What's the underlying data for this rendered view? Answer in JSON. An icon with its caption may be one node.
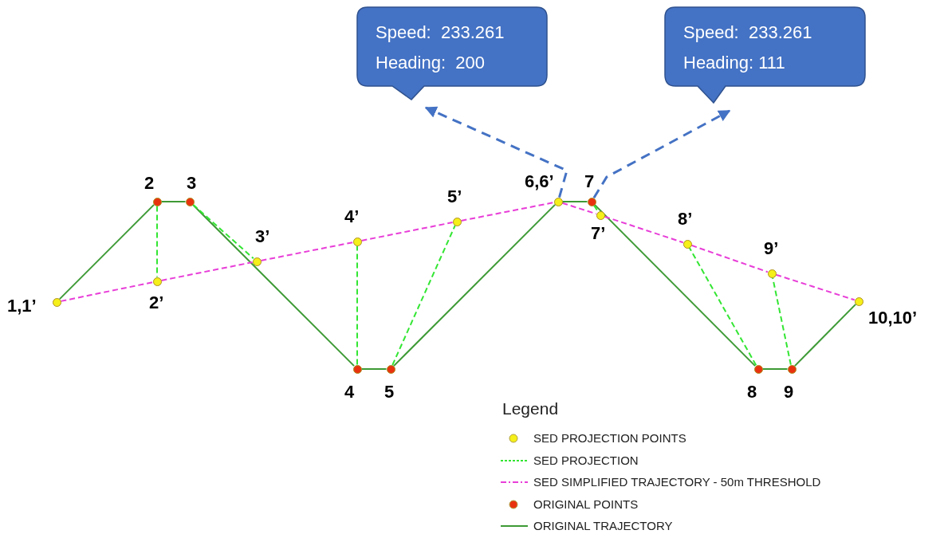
{
  "diagram": {
    "nodes": [
      {
        "text": [
          "Speed:  233.261",
          "Heading:  200"
        ]
      },
      {
        "text": [
          "Speed:  233.261",
          "Heading: 111"
        ]
      },
      {
        "text": [],
        "shape": "circle",
        "beside": [
          "1,1’"
        ]
      },
      {
        "text": [],
        "shape": "circle",
        "beside": [
          "2"
        ]
      },
      {
        "text": [],
        "shape": "circle",
        "beside": [
          "3"
        ]
      },
      {
        "text": [],
        "shape": "circle",
        "beside": [
          "2’"
        ]
      },
      {
        "text": [],
        "shape": "circle",
        "beside": [
          "3’"
        ]
      },
      {
        "text": [],
        "shape": "circle",
        "beside": [
          "4’"
        ]
      },
      {
        "text": [],
        "shape": "circle",
        "beside": [
          "5’"
        ]
      },
      {
        "text": [],
        "shape": "circle",
        "beside": [
          "4"
        ]
      },
      {
        "text": [],
        "shape": "circle",
        "beside": [
          "5"
        ]
      },
      {
        "text": [],
        "shape": "circle",
        "beside": [
          "6,6’"
        ]
      },
      {
        "text": [],
        "shape": "circle",
        "beside": [
          "7"
        ]
      },
      {
        "text": [],
        "shape": "circle",
        "beside": [
          "7’"
        ]
      },
      {
        "text": [],
        "shape": "circle",
        "beside": [
          "8’"
        ]
      },
      {
        "text": [],
        "shape": "circle",
        "beside": [
          "9’"
        ]
      },
      {
        "text": [],
        "shape": "circle",
        "beside": [
          "10,10’"
        ]
      },
      {
        "text": [],
        "shape": "circle",
        "beside": [
          "8"
        ]
      },
      {
        "text": [],
        "shape": "circle",
        "beside": [
          "9"
        ]
      }
    ],
    "edges": [
      {
        "from": 2,
        "to": 3,
        "arrow": "none"
      },
      {
        "from": 3,
        "to": 4,
        "arrow": "none"
      },
      {
        "from": 4,
        "to": 9,
        "arrow": "none"
      },
      {
        "from": 9,
        "to": 10,
        "arrow": "none"
      },
      {
        "from": 10,
        "to": 11,
        "arrow": "none"
      },
      {
        "from": 11,
        "to": 12,
        "arrow": "none"
      },
      {
        "from": 12,
        "to": 17,
        "arrow": "none"
      },
      {
        "from": 17,
        "to": 18,
        "arrow": "none"
      },
      {
        "from": 18,
        "to": 16,
        "arrow": "none"
      },
      {
        "from": 3,
        "to": 5,
        "arrow": "none",
        "style": "dashed",
        "color": "#33e633"
      },
      {
        "from": 4,
        "to": 6,
        "arrow": "none",
        "style": "dashed",
        "color": "#33e633"
      },
      {
        "from": 9,
        "to": 7,
        "arrow": "none",
        "style": "dashed",
        "color": "#33e633"
      },
      {
        "from": 10,
        "to": 8,
        "arrow": "none",
        "style": "dashed",
        "color": "#33e633"
      },
      {
        "from": 12,
        "to": 13,
        "arrow": "none",
        "style": "dashed",
        "color": "#33e633"
      },
      {
        "from": 17,
        "to": 14,
        "arrow": "none",
        "style": "dashed",
        "color": "#33e633"
      },
      {
        "from": 18,
        "to": 15,
        "arrow": "none",
        "style": "dashed",
        "color": "#33e633"
      },
      {
        "from": 2,
        "to": 5,
        "arrow": "none",
        "style": "dashed",
        "color": "#e83ed8"
      },
      {
        "from": 5,
        "to": 6,
        "arrow": "none",
        "style": "dashed",
        "color": "#e83ed8"
      },
      {
        "from": 6,
        "to": 7,
        "arrow": "none",
        "style": "dashed",
        "color": "#e83ed8"
      },
      {
        "from": 7,
        "to": 8,
        "arrow": "none",
        "style": "dashed",
        "color": "#e83ed8"
      },
      {
        "from": 8,
        "to": 11,
        "arrow": "none",
        "style": "dashed",
        "color": "#e83ed8"
      },
      {
        "from": 11,
        "to": 13,
        "arrow": "none",
        "style": "dashed",
        "color": "#e83ed8"
      },
      {
        "from": 13,
        "to": 14,
        "arrow": "none",
        "style": "dashed",
        "color": "#e83ed8"
      },
      {
        "from": 14,
        "to": 15,
        "arrow": "none",
        "style": "dashed",
        "color": "#e83ed8"
      },
      {
        "from": 15,
        "to": 16,
        "arrow": "none",
        "style": "dashed",
        "color": "#e83ed8"
      },
      {
        "from": 11,
        "to": 0,
        "arrow": "to",
        "style": "dashed",
        "color": "#4472c4"
      },
      {
        "from": 12,
        "to": 1,
        "arrow": "to",
        "style": "dashed",
        "color": "#4472c4"
      }
    ],
    "labels": [
      "Legend"
    ],
    "legend": [
      {
        "text": "SED PROJECTION POINTS"
      },
      {
        "text": "SED PROJECTION"
      },
      {
        "text": "SED SIMPLIFIED TRAJECTORY - 50m THRESHOLD"
      },
      {
        "text": "ORIGINAL POINTS"
      },
      {
        "text": "ORIGINAL TRAJECTORY"
      }
    ]
  }
}
